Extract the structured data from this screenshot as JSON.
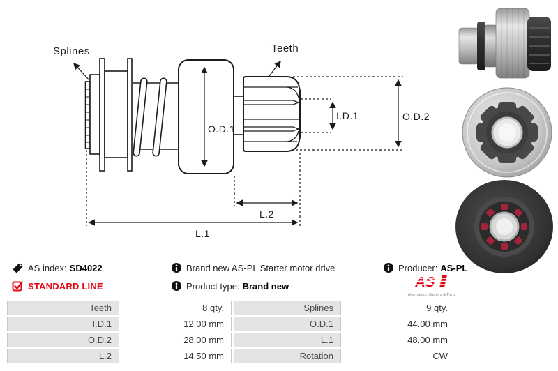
{
  "diagram": {
    "callouts": {
      "splines": "Splines",
      "teeth": "Teeth"
    },
    "dimensions": {
      "od1": "O.D.1",
      "id1": "I.D.1",
      "od2": "O.D.2",
      "l1": "L.1",
      "l2": "L.2"
    }
  },
  "photos": {
    "side_view": "starter-drive-side-view",
    "front_view": "starter-drive-pinion-front-view",
    "rear_view": "starter-drive-rear-view"
  },
  "info": {
    "as_index_label": "AS index:",
    "as_index_value": "SD4022",
    "standard_line": "STANDARD LINE",
    "description": "Brand new AS-PL Starter motor drive",
    "product_type_label": "Product type:",
    "product_type_value": "Brand new",
    "producer_label": "Producer:",
    "producer_value": "AS-PL",
    "logo_text": "AS",
    "logo_tagline": "Alternators, Starters & Parts"
  },
  "colors": {
    "brand_red": "#e30613",
    "table_label_bg": "#e4e4e4",
    "table_border": "#c6c6c6"
  },
  "spec_table": {
    "left": [
      [
        "Teeth",
        "8 qty."
      ],
      [
        "I.D.1",
        "12.00 mm"
      ],
      [
        "O.D.2",
        "28.00 mm"
      ],
      [
        "L.2",
        "14.50 mm"
      ]
    ],
    "right": [
      [
        "Splines",
        "9 qty."
      ],
      [
        "O.D.1",
        "44.00 mm"
      ],
      [
        "L.1",
        "48.00 mm"
      ],
      [
        "Rotation",
        "CW"
      ]
    ]
  }
}
